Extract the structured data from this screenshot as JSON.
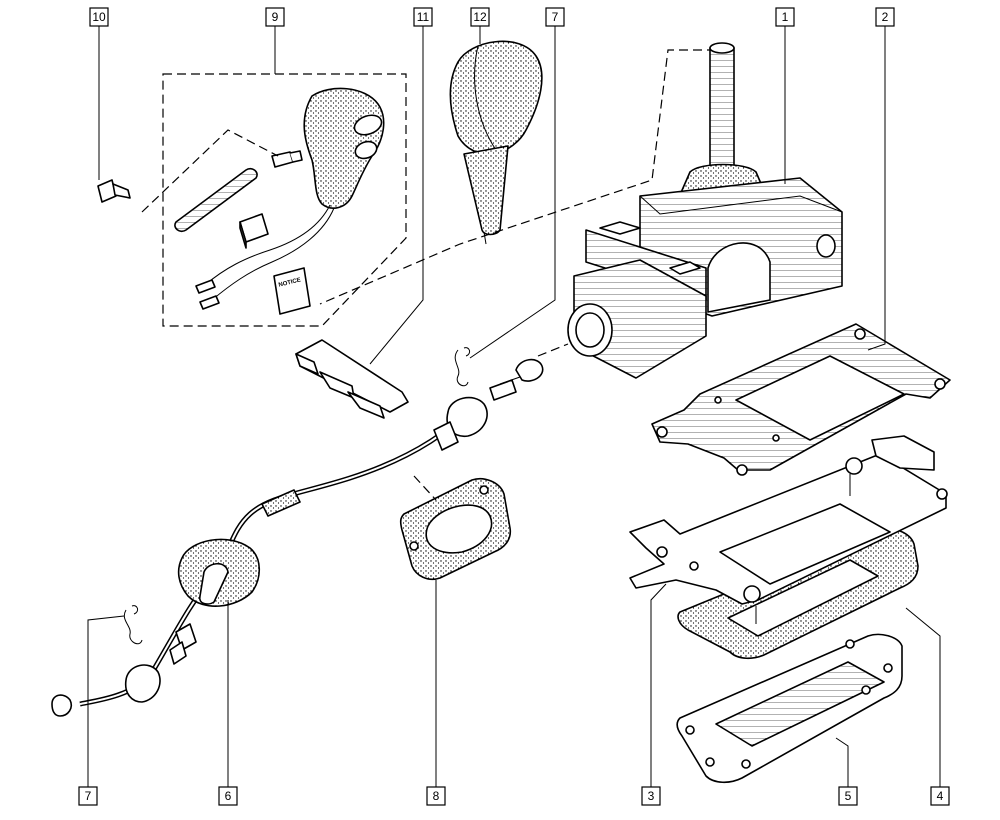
{
  "diagram": {
    "callouts": [
      {
        "id": "c10",
        "label": "10"
      },
      {
        "id": "c9",
        "label": "9"
      },
      {
        "id": "c11",
        "label": "11"
      },
      {
        "id": "c12",
        "label": "12"
      },
      {
        "id": "c7a",
        "label": "7"
      },
      {
        "id": "c1",
        "label": "1"
      },
      {
        "id": "c2",
        "label": "2"
      },
      {
        "id": "c7b",
        "label": "7"
      },
      {
        "id": "c6",
        "label": "6"
      },
      {
        "id": "c8",
        "label": "8"
      },
      {
        "id": "c3",
        "label": "3"
      },
      {
        "id": "c5",
        "label": "5"
      },
      {
        "id": "c4",
        "label": "4"
      }
    ],
    "notice_label": "NOTICE"
  }
}
